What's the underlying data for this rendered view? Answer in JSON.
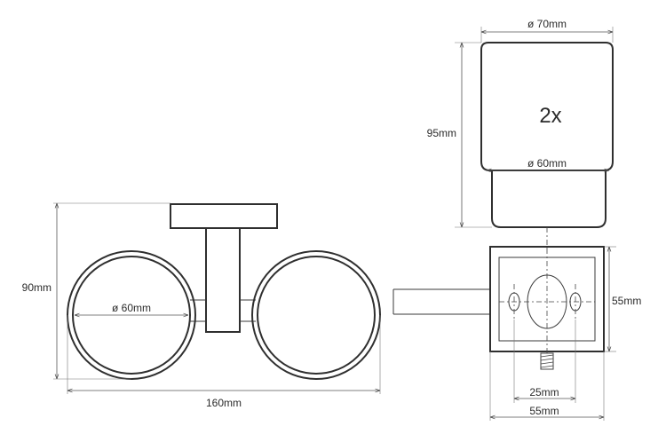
{
  "front_view": {
    "height_label": "90mm",
    "width_label": "160mm",
    "cup_diameter_label": "ø 60mm"
  },
  "cup_view": {
    "top_diameter_label": "ø 70mm",
    "height_label": "95mm",
    "quantity_label": "2x",
    "bottom_diameter_label": "ø 60mm"
  },
  "mount_view": {
    "side_label": "55mm",
    "hole_spacing_label": "25mm",
    "bottom_label": "55mm"
  }
}
